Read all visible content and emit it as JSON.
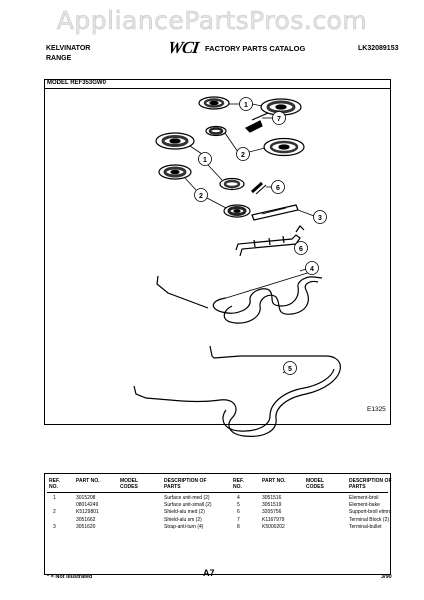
{
  "watermark": "AppliancePartsPros.com",
  "header": {
    "brand_line1": "KELVINATOR",
    "brand_line2": "RANGE",
    "logo": "WCI",
    "catalog_title": "FACTORY PARTS CATALOG",
    "catalog_number": "LK32089153",
    "model_label": "MODEL REF353GW0"
  },
  "diagram": {
    "callouts": [
      "1",
      "7",
      "2",
      "1",
      "6",
      "2",
      "3",
      "6",
      "4",
      "5"
    ],
    "drawing_number": "E1325"
  },
  "table": {
    "headers": {
      "ref_no": "REF. NO.",
      "part_no": "PART NO.",
      "model_codes": "MODEL CODES",
      "description": "DESCRIPTION OF PARTS"
    },
    "left_rows": [
      {
        "ref": "1",
        "part": "3015208",
        "model": "",
        "desc": "Surface unit-med (2)"
      },
      {
        "ref": "",
        "part": "08014249",
        "model": "",
        "desc": "Surface unit-small (2)"
      },
      {
        "ref": "2",
        "part": "K5129801",
        "model": "",
        "desc": "Shield-alu med (2)"
      },
      {
        "ref": "",
        "part": "3051662",
        "model": "",
        "desc": "Shield-alu sm (2)"
      },
      {
        "ref": "3",
        "part": "3051620",
        "model": "",
        "desc": "Strap-anti-turn (4)"
      }
    ],
    "right_rows": [
      {
        "ref": "4",
        "part": "3051516",
        "model": "",
        "desc": "Element-broil"
      },
      {
        "ref": "5",
        "part": "3051519",
        "model": "",
        "desc": "Element-bake"
      },
      {
        "ref": "6",
        "part": "3205756",
        "model": "",
        "desc": "Support-broil elmnt"
      },
      {
        "ref": "7",
        "part": "K1167979",
        "model": "",
        "desc": "Terminal Block (2)"
      },
      {
        "ref": "8",
        "part": "K5000202",
        "model": "",
        "desc": "Terminal-bullet"
      }
    ]
  },
  "footer": {
    "note": "* = Not Illustrated",
    "page": "A7",
    "date": "3/90"
  }
}
